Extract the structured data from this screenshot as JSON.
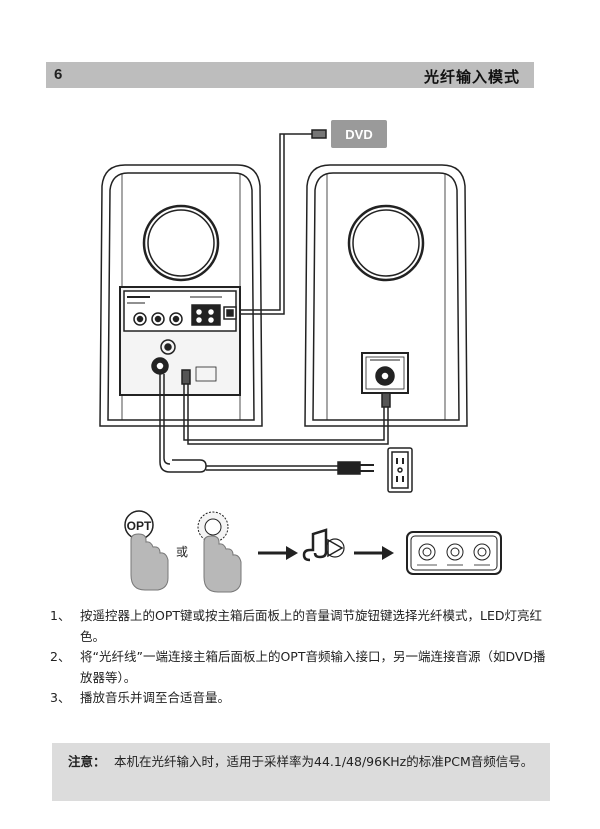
{
  "header": {
    "page_number": "6",
    "title": "光纤输入模式"
  },
  "diagram": {
    "dvd_label": "DVD",
    "opt_label": "OPT",
    "or_label": "或"
  },
  "steps": [
    {
      "num": "1、",
      "text": "按遥控器上的OPT键或按主箱后面板上的音量调节旋钮键选择光纤模式，LED灯亮红色。"
    },
    {
      "num": "2、",
      "text": "将“光纤线”一端连接主箱后面板上的OPT音频输入接口，另一端连接音源（如DVD播放器等）。"
    },
    {
      "num": "3、",
      "text": "播放音乐并调至合适音量。"
    }
  ],
  "note": {
    "label": "注意：",
    "text": "本机在光纤输入时，适用于采样率为44.1/48/96KHz的标准PCM音频信号。"
  },
  "colors": {
    "header_bg": "#bdbdbd",
    "note_bg": "#dcdcdc",
    "dvd_box": "#9a9a9a",
    "line": "#222222"
  }
}
